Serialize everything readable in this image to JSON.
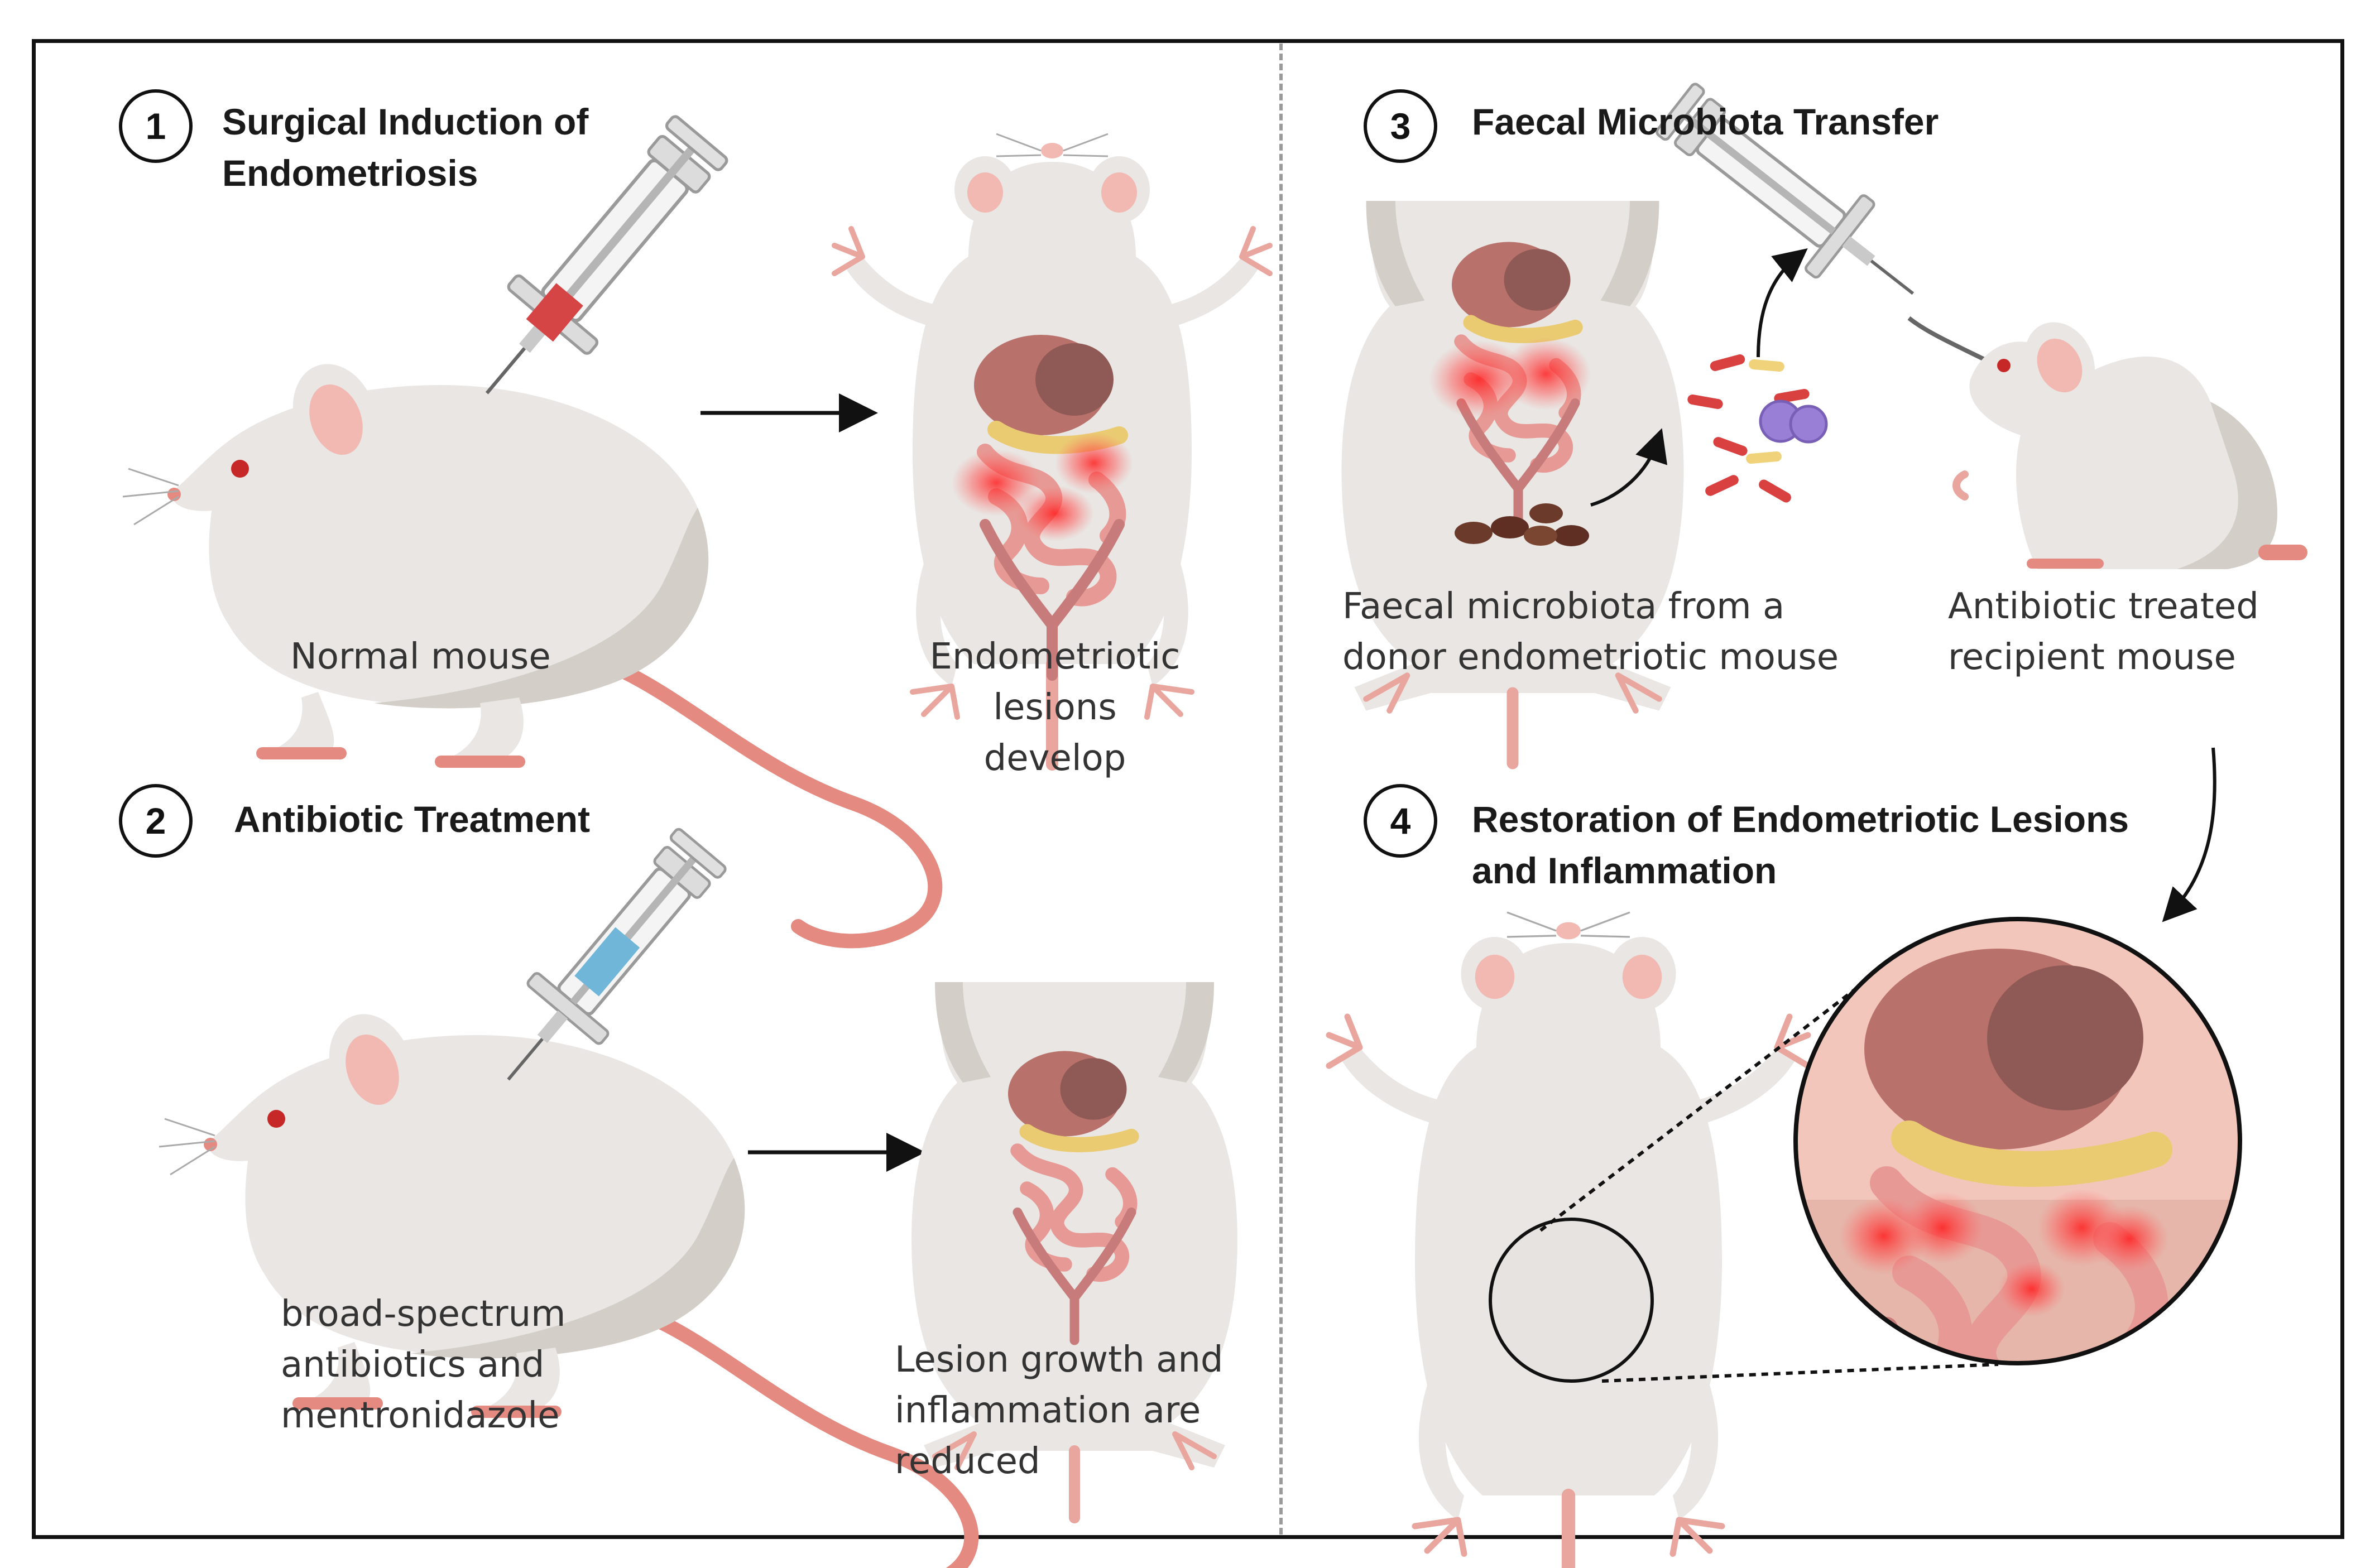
{
  "panels": [
    {
      "number": "1",
      "title_lines": [
        "Surgical Induction of",
        "Endometriosis"
      ]
    },
    {
      "number": "2",
      "title_lines": [
        "Antibiotic Treatment"
      ]
    },
    {
      "number": "3",
      "title_lines": [
        "Faecal Microbiota Transfer"
      ]
    },
    {
      "number": "4",
      "title_lines": [
        "Restoration of Endometriotic Lesions",
        "and Inflammation"
      ]
    }
  ],
  "captions": {
    "normal_mouse": [
      "Normal mouse"
    ],
    "lesions_develop": [
      "Endometriotic",
      "lesions",
      "develop"
    ],
    "antibiotics": [
      "broad-spectrum",
      "antibiotics and",
      "mentronidazole"
    ],
    "reduced": [
      "Lesion growth and",
      "inflammation are",
      "reduced"
    ],
    "donor": [
      "Faecal microbiota from a",
      "donor endometriotic mouse"
    ],
    "recipient": [
      "Antibiotic treated",
      "recipient mouse"
    ]
  },
  "colors": {
    "mouse_body": "#e9e6e3",
    "mouse_shade": "#d3cec8",
    "tail": "#e48a80",
    "ear_inner": "#f2b8b2",
    "eye": "#c62828",
    "inflammation": "#ff2b2b",
    "syringe_red": "#d64545",
    "syringe_blue": "#6fb6d8",
    "bacteria_purple": "#9a7fd6"
  }
}
